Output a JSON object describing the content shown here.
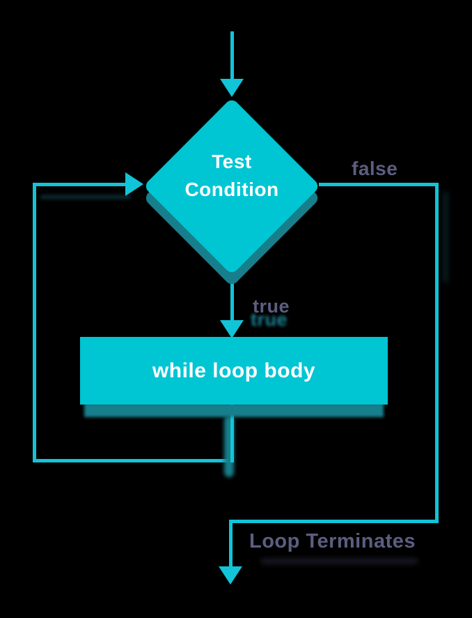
{
  "colors": {
    "background": "#000000",
    "shape": "#00C5D3",
    "shape_shadow": "#177F8B",
    "line": "#12C4D8",
    "label": "#5C5E80",
    "true_shadow": "#1F93A5",
    "soft_shadow": "#1D5F69",
    "text": "#FFFFFF"
  },
  "flowchart": {
    "decision": {
      "label": "Test Condition"
    },
    "process": {
      "label": "while loop body"
    },
    "true_branch": {
      "label": "true"
    },
    "false_branch": {
      "label": "false"
    },
    "exit_branch": {
      "label": "Loop Terminates"
    }
  }
}
